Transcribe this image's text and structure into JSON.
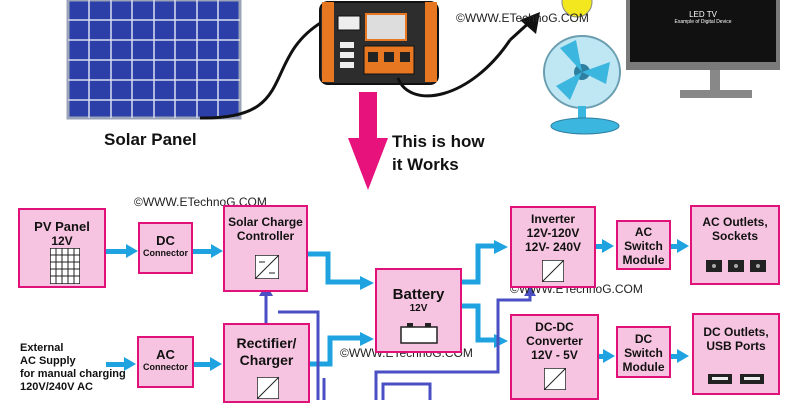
{
  "watermark": "©WWW.ETechnoG.COM",
  "top": {
    "solar_panel_label": "Solar Panel",
    "how_it_works": [
      "This is how",
      "it Works"
    ],
    "tv_title": "LED TV",
    "tv_subtitle": "Example of Digital Device"
  },
  "blocks": {
    "pv_panel": {
      "title": "PV Panel",
      "sub": "12V"
    },
    "dc_connector": {
      "title": "DC",
      "sub": "Connector"
    },
    "solar_charge_controller": {
      "lines": [
        "Solar Charge",
        "Controller"
      ]
    },
    "battery": {
      "title": "Battery",
      "sub": "12V"
    },
    "inverter": {
      "lines": [
        "Inverter",
        "12V-120V",
        "12V- 240V"
      ]
    },
    "ac_switch": {
      "lines": [
        "AC",
        "Switch",
        "Module"
      ]
    },
    "ac_outlets": {
      "lines": [
        "AC Outlets,",
        "Sockets"
      ]
    },
    "ac_connector": {
      "title": "AC",
      "sub": "Connector"
    },
    "rectifier": {
      "lines": [
        "Rectifier/",
        "Charger"
      ]
    },
    "dcdc": {
      "lines": [
        "DC-DC",
        "Converter",
        "12V - 5V"
      ]
    },
    "dc_switch": {
      "lines": [
        "DC",
        "Switch",
        "Module"
      ]
    },
    "dc_outlets": {
      "lines": [
        "DC Outlets,",
        "USB Ports"
      ]
    }
  },
  "external_supply": [
    "External",
    "AC Supply",
    "for manual charging",
    "120V/240V AC"
  ],
  "colors": {
    "block_fill": "#f6c4e0",
    "block_border": "#e0127a",
    "arrow": "#1fa3e0",
    "wire": "#4a4fc4",
    "down_arrow": "#e8127c"
  }
}
